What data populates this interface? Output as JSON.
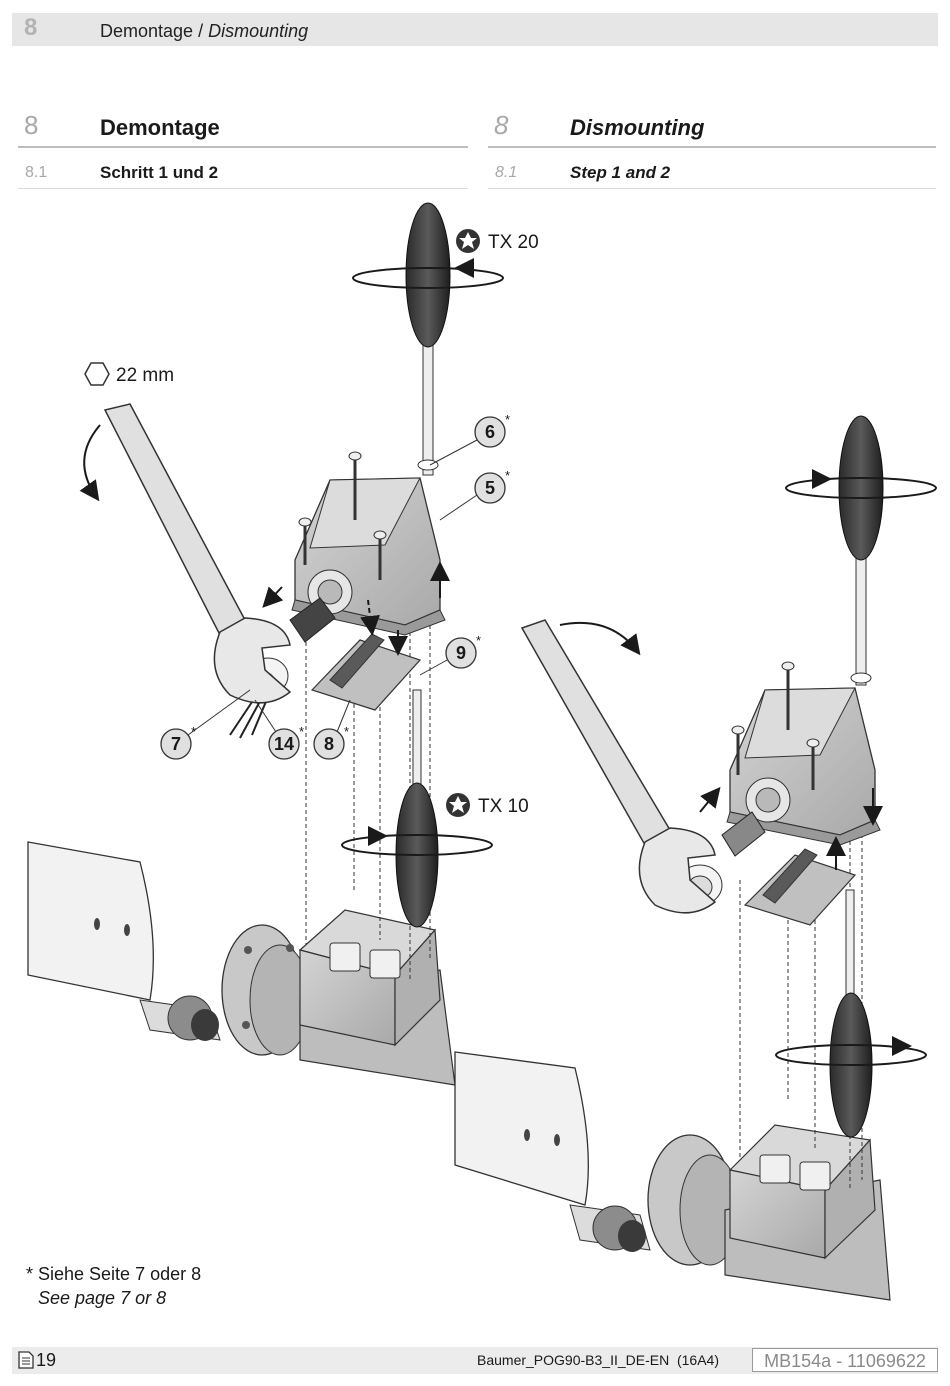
{
  "header": {
    "chapter_number": "8",
    "title_de": "Demontage",
    "separator": " / ",
    "title_en": "Dismounting"
  },
  "section_de": {
    "number": "8",
    "title": "Demontage",
    "sub_number": "8.1",
    "sub_title": "Schritt 1 und 2"
  },
  "section_en": {
    "number": "8",
    "title": "Dismounting",
    "sub_number": "8.1",
    "sub_title": "Step 1 and 2"
  },
  "figure": {
    "tool_label_tx20": "TX 20",
    "tool_label_22mm": "22 mm",
    "tool_label_tx10": "TX 10",
    "callouts": [
      "6",
      "5",
      "9",
      "7",
      "14",
      "8"
    ],
    "asterisk": "*"
  },
  "footnote": {
    "line_de": "* Siehe Seite 7 oder 8",
    "line_en": "See page 7 or 8"
  },
  "footer": {
    "page_number": "19",
    "document_name": "Baumer_POG90-B3_II_DE-EN",
    "revision": "(16A4)",
    "doc_code": "MB154a - 11069622"
  }
}
